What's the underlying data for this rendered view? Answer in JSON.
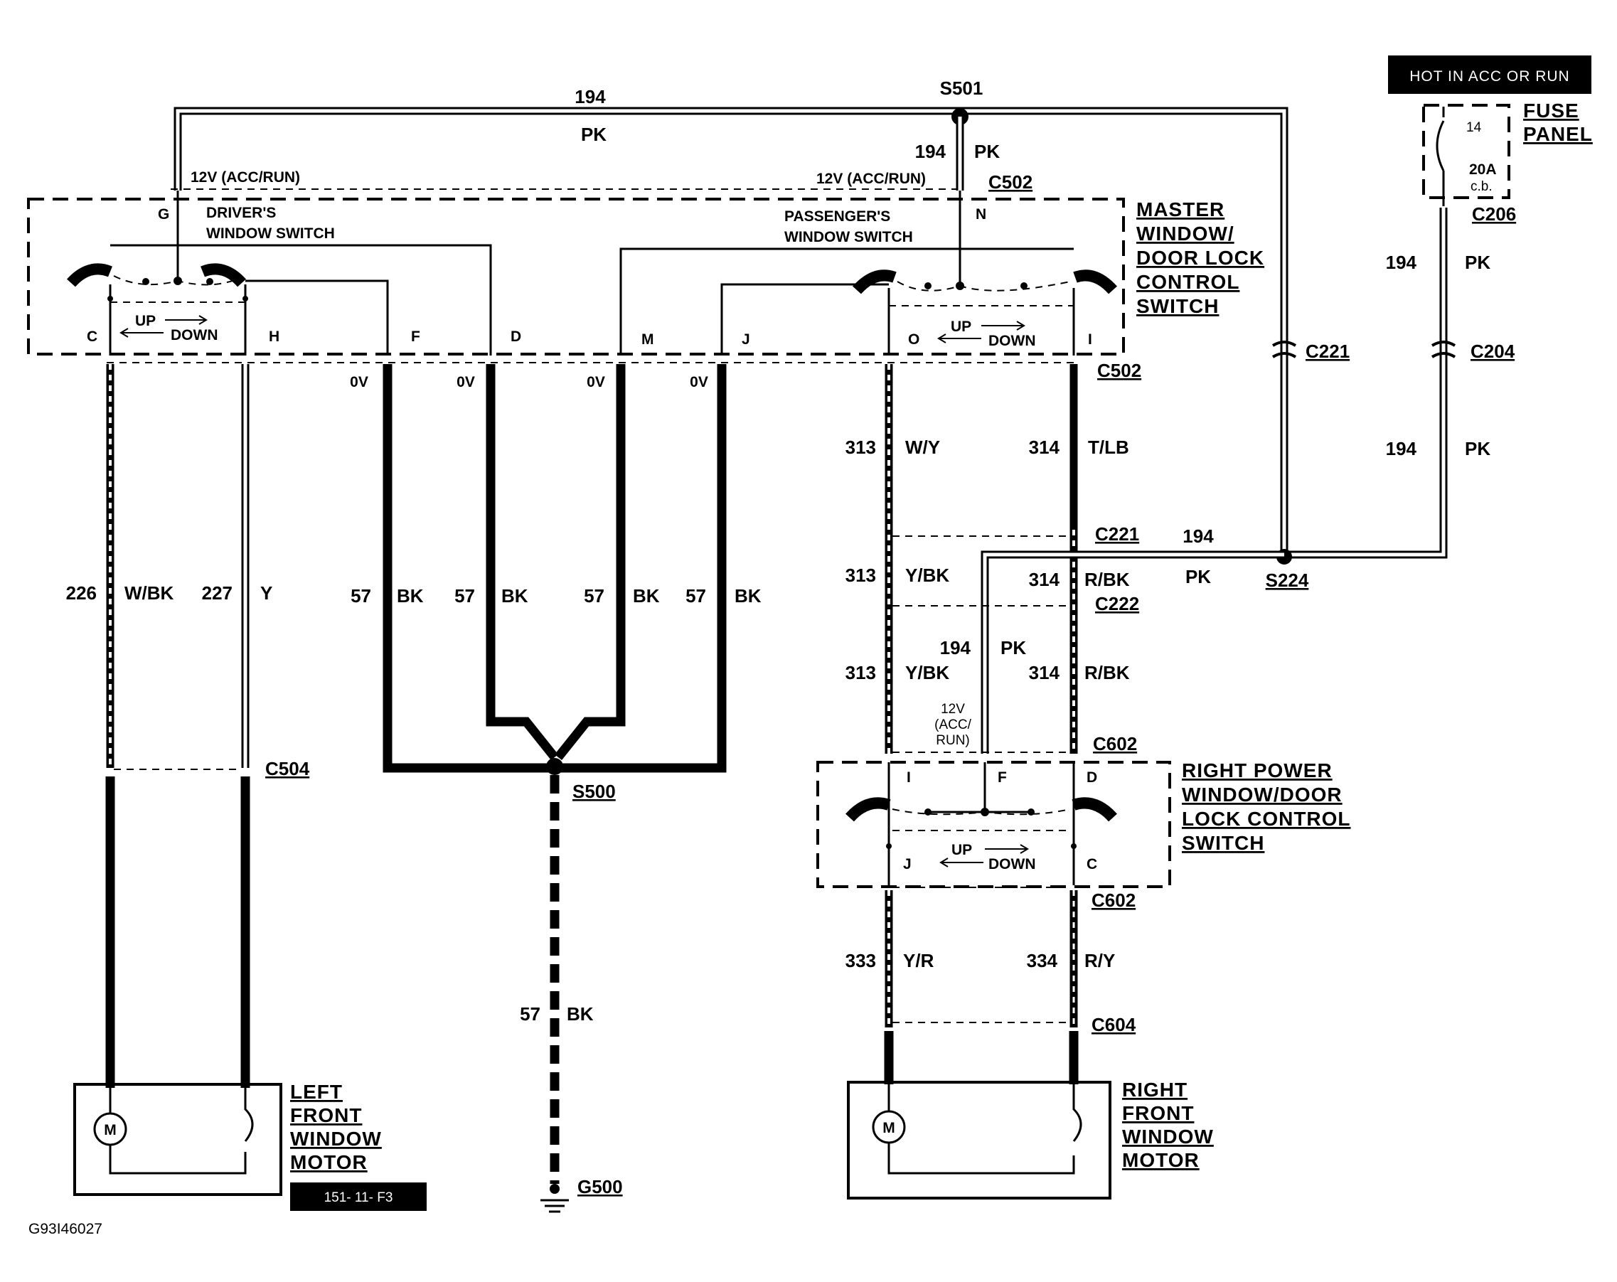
{
  "header_box": "HOT IN ACC OR RUN",
  "fuse_panel": {
    "title_line1": "FUSE",
    "title_line2": "PANEL",
    "fuse_number": "14",
    "rating": "20A",
    "type": "c.b."
  },
  "splices": {
    "s501": "S501",
    "s224": "S224",
    "s500": "S500"
  },
  "ground": "G500",
  "connectors": {
    "c502_top": "C502",
    "c502": "C502",
    "c206": "C206",
    "c221_right": "C221",
    "c204": "C204",
    "c221": "C221",
    "c222": "C222",
    "c602_top": "C602",
    "c602_bottom": "C602",
    "c604": "C604",
    "c504": "C504"
  },
  "master_switch": {
    "title": [
      "MASTER",
      "WINDOW/",
      "DOOR LOCK",
      "CONTROL",
      "SWITCH"
    ],
    "drivers_label": [
      "DRIVER'S",
      "WINDOW SWITCH"
    ],
    "passengers_label": [
      "PASSENGER'S",
      "WINDOW SWITCH"
    ],
    "pins": {
      "g": "G",
      "n": "N",
      "c": "C",
      "h": "H",
      "f": "F",
      "d": "D",
      "m": "M",
      "j": "J",
      "o": "O",
      "i": "I"
    },
    "up": "UP",
    "down": "DOWN",
    "v12_left": "12V (ACC/RUN)",
    "v12_right": "12V (ACC/RUN)",
    "zero_volt": "0V"
  },
  "right_switch": {
    "title": [
      "RIGHT POWER",
      "WINDOW/DOOR",
      "LOCK CONTROL",
      "SWITCH"
    ],
    "pins": {
      "i": "I",
      "f": "F",
      "d": "D",
      "j": "J",
      "c": "C"
    },
    "up": "UP",
    "down": "DOWN",
    "v12": [
      "12V",
      "(ACC/",
      "RUN)"
    ]
  },
  "motors": {
    "left": [
      "LEFT",
      "FRONT",
      "WINDOW",
      "MOTOR"
    ],
    "right": [
      "RIGHT",
      "FRONT",
      "WINDOW",
      "MOTOR"
    ],
    "symbol": "M"
  },
  "wires": {
    "w194_top_num": "194",
    "w194_top_color": "PK",
    "w194_s501_num": "194",
    "w194_s501_color": "PK",
    "w194_fuse_num": "194",
    "w194_fuse_color": "PK",
    "w194_fuse2_num": "194",
    "w194_fuse2_color": "PK",
    "w194_s224_num": "194",
    "w194_s224_color": "PK",
    "w194_mid_num": "194",
    "w194_mid_color": "PK",
    "w226": "226",
    "w226_color": "W/BK",
    "w227": "227",
    "w227_color": "Y",
    "w57": "57",
    "bk": "BK",
    "w313": "313",
    "w313_a": "W/Y",
    "w313_b": "Y/BK",
    "w314": "314",
    "w314_a": "T/LB",
    "w314_b": "R/BK",
    "w333": "333",
    "w333_color": "Y/R",
    "w334": "334",
    "w334_color": "R/Y"
  },
  "code_box": "151-  11-  F3",
  "figure_id": "G93I46027"
}
